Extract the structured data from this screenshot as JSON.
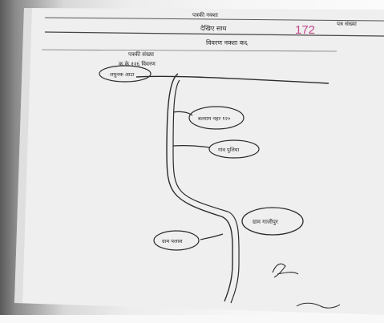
{
  "document": {
    "header_top": "पत्रकी नक्शा",
    "header_line2": "देखिए साथ",
    "page_number": "172",
    "right_header": "पत्र संख्या",
    "subtitle": "विवरण नक्शा क६",
    "note_line1": "पत्रकी संख्या",
    "note_line2": "क.के १२६ विवरण",
    "label_top_left": "लघुनक आटा",
    "label_middle_1": "बलराम नहर १२०",
    "label_middle_2": "गांव पुलिया",
    "label_right": "ग्राम गाजीपुर",
    "label_bottom_left": "ग्राम पलाश"
  },
  "colors": {
    "ink": "#2b2b2b",
    "red_ink": "#c54a8a",
    "paper": "#f2f2f2"
  }
}
